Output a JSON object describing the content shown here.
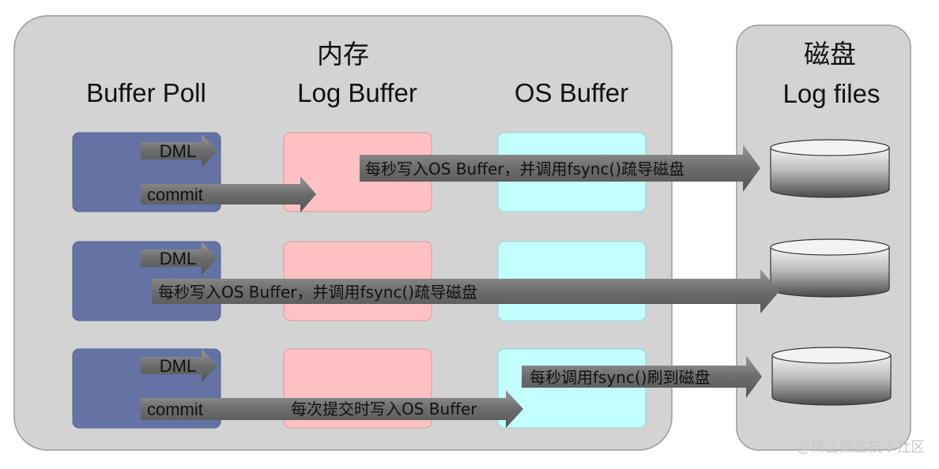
{
  "memory": {
    "title": "内存"
  },
  "disk": {
    "title": "磁盘",
    "subtitle": "Log files"
  },
  "columns": {
    "buffer_pool": "Buffer Poll",
    "log_buffer": "Log Buffer",
    "os_buffer": "OS Buffer"
  },
  "rows": [
    {
      "dml_label": "DML",
      "commit_label": "commit",
      "flush_label": "每秒写入OS Buffer，并调用fsync()疏导磁盘"
    },
    {
      "dml_label": "DML",
      "flush_label": "每秒写入OS Buffer，并调用fsync()疏导磁盘"
    },
    {
      "dml_label": "DML",
      "commit_label": "commit",
      "write_label": "每次提交时写入OS Buffer",
      "flush_label": "每秒调用fsync()刷到磁盘"
    }
  ],
  "watermark": "@稀土掘金技术社区",
  "colors": {
    "buffer_pool": "#6473a4",
    "log_buffer": "#ffc1c3",
    "os_buffer": "#c3ffff",
    "panel": "#d3d3d3",
    "arrow": "#777777"
  }
}
